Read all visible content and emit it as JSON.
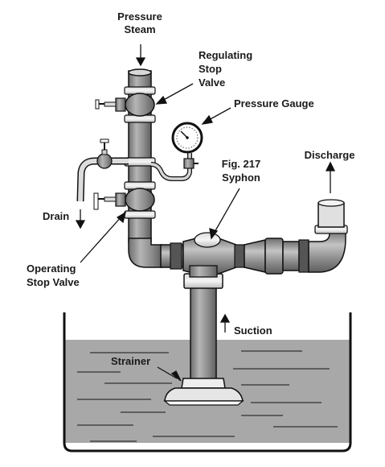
{
  "labels": {
    "pressure_steam_1": "Pressure",
    "pressure_steam_2": "Steam",
    "regulating_1": "Regulating",
    "regulating_2": "Stop",
    "regulating_3": "Valve",
    "pressure_gauge": "Pressure Gauge",
    "fig_1": "Fig. 217",
    "fig_2": "Syphon",
    "discharge": "Discharge",
    "drain": "Drain",
    "operating_1": "Operating",
    "operating_2": "Stop Valve",
    "suction": "Suction",
    "strainer": "Strainer"
  },
  "colors": {
    "pipe_fill": "#8c8c8c",
    "pipe_light": "#bdbdbd",
    "water": "#a6a6a6",
    "outline": "#111111"
  }
}
